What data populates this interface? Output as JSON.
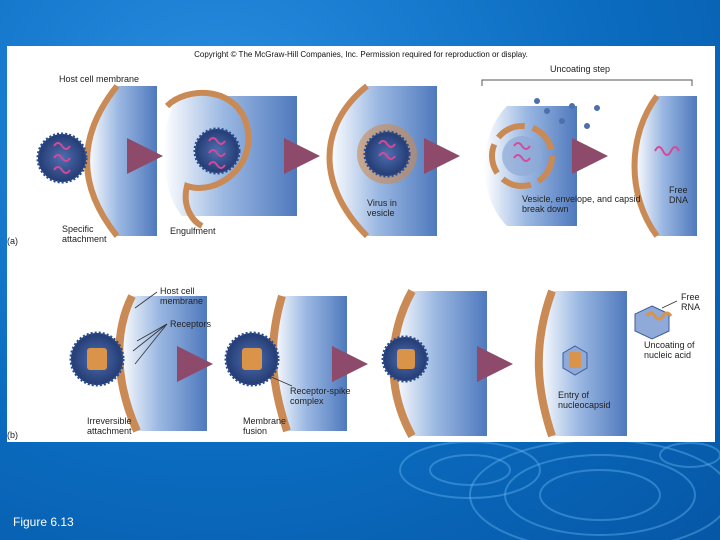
{
  "slide": {
    "caption": "Figure 6.13"
  },
  "figure": {
    "copyright": "Copyright © The McGraw-Hill Companies, Inc. Permission required for reproduction or display.",
    "panel_a": {
      "panel_label": "(a)",
      "labels": {
        "host_cell_membrane": "Host cell membrane",
        "uncoating_step": "Uncoating step",
        "specific_attachment": "Specific attachment",
        "engulfment": "Engulfment",
        "virus_in_vesicle": "Virus in vesicle",
        "vesicle_breakdown": "Vesicle, envelope, and capsid break down",
        "free_dna": "Free DNA"
      }
    },
    "panel_b": {
      "panel_label": "(b)",
      "labels": {
        "host_cell_membrane": "Host cell membrane",
        "receptors": "Receptors",
        "free_rna": "Free RNA",
        "uncoating_nucleic_acid": "Uncoating of nucleic acid",
        "receptor_spike_complex": "Receptor-spike complex",
        "entry_of_nucleocapsid": "Entry of nucleocapsid",
        "irreversible_attachment": "Irreversible attachment",
        "membrane_fusion": "Membrane fusion"
      }
    },
    "colors": {
      "membrane_tan": "#c98a55",
      "cytoplasm_blue": "#5b86c4",
      "arrow_maroon": "#8e4a6a",
      "virus_blue": "#3d5c9c",
      "dna_pink": "#d9479a"
    }
  }
}
